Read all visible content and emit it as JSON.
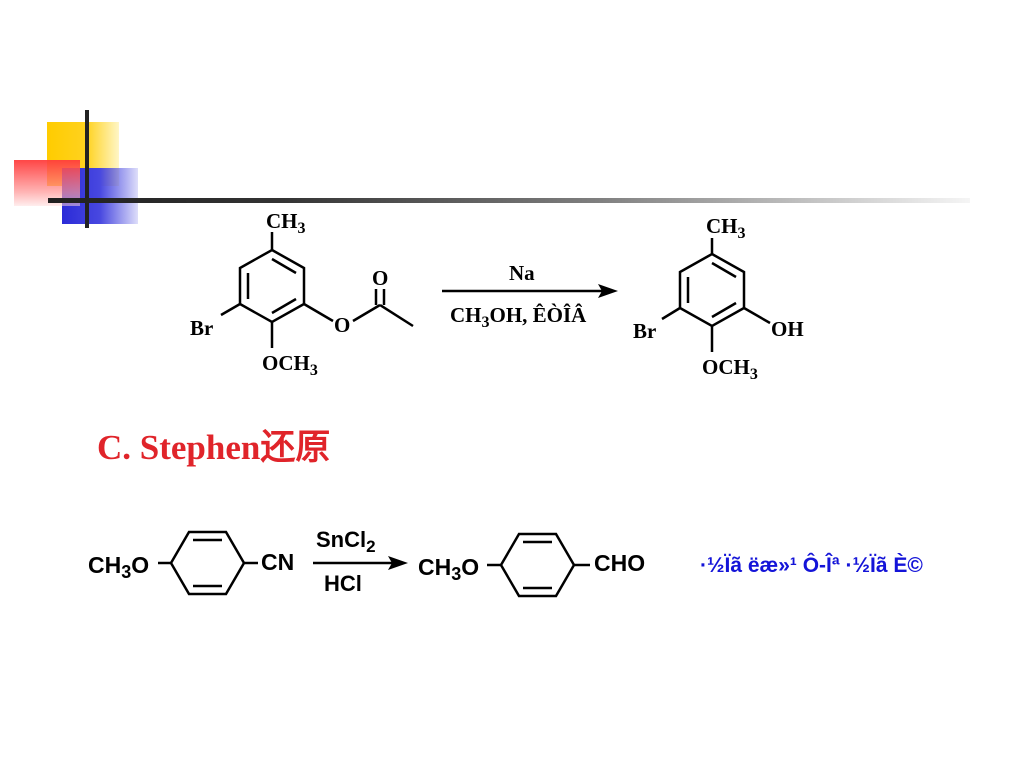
{
  "reaction1": {
    "sm_ch3": "CH3",
    "sm_o_carbonyl": "O",
    "sm_o_ester": "O",
    "sm_br": "Br",
    "sm_och3": "OCH3",
    "reagent_top": "Na",
    "reagent_bottom_main": "CH3OH, ",
    "reagent_bottom_garbled": "ÊÒÎÂ",
    "prod_ch3": "CH3",
    "prod_br": "Br",
    "prod_oh": "OH",
    "prod_och3": "OCH3"
  },
  "section_title": "C. Stephen还原",
  "reaction2": {
    "sm_ch3o": "CH3O",
    "sm_cn": "CN",
    "reagent_top": "SnCl2",
    "reagent_bottom": "HCl",
    "prod_ch3o": "CH3O",
    "prod_cho": "CHO"
  },
  "garbled_note": "·½Ïã ëæ»¹ Ô-Îª  ·½Ïã È©"
}
